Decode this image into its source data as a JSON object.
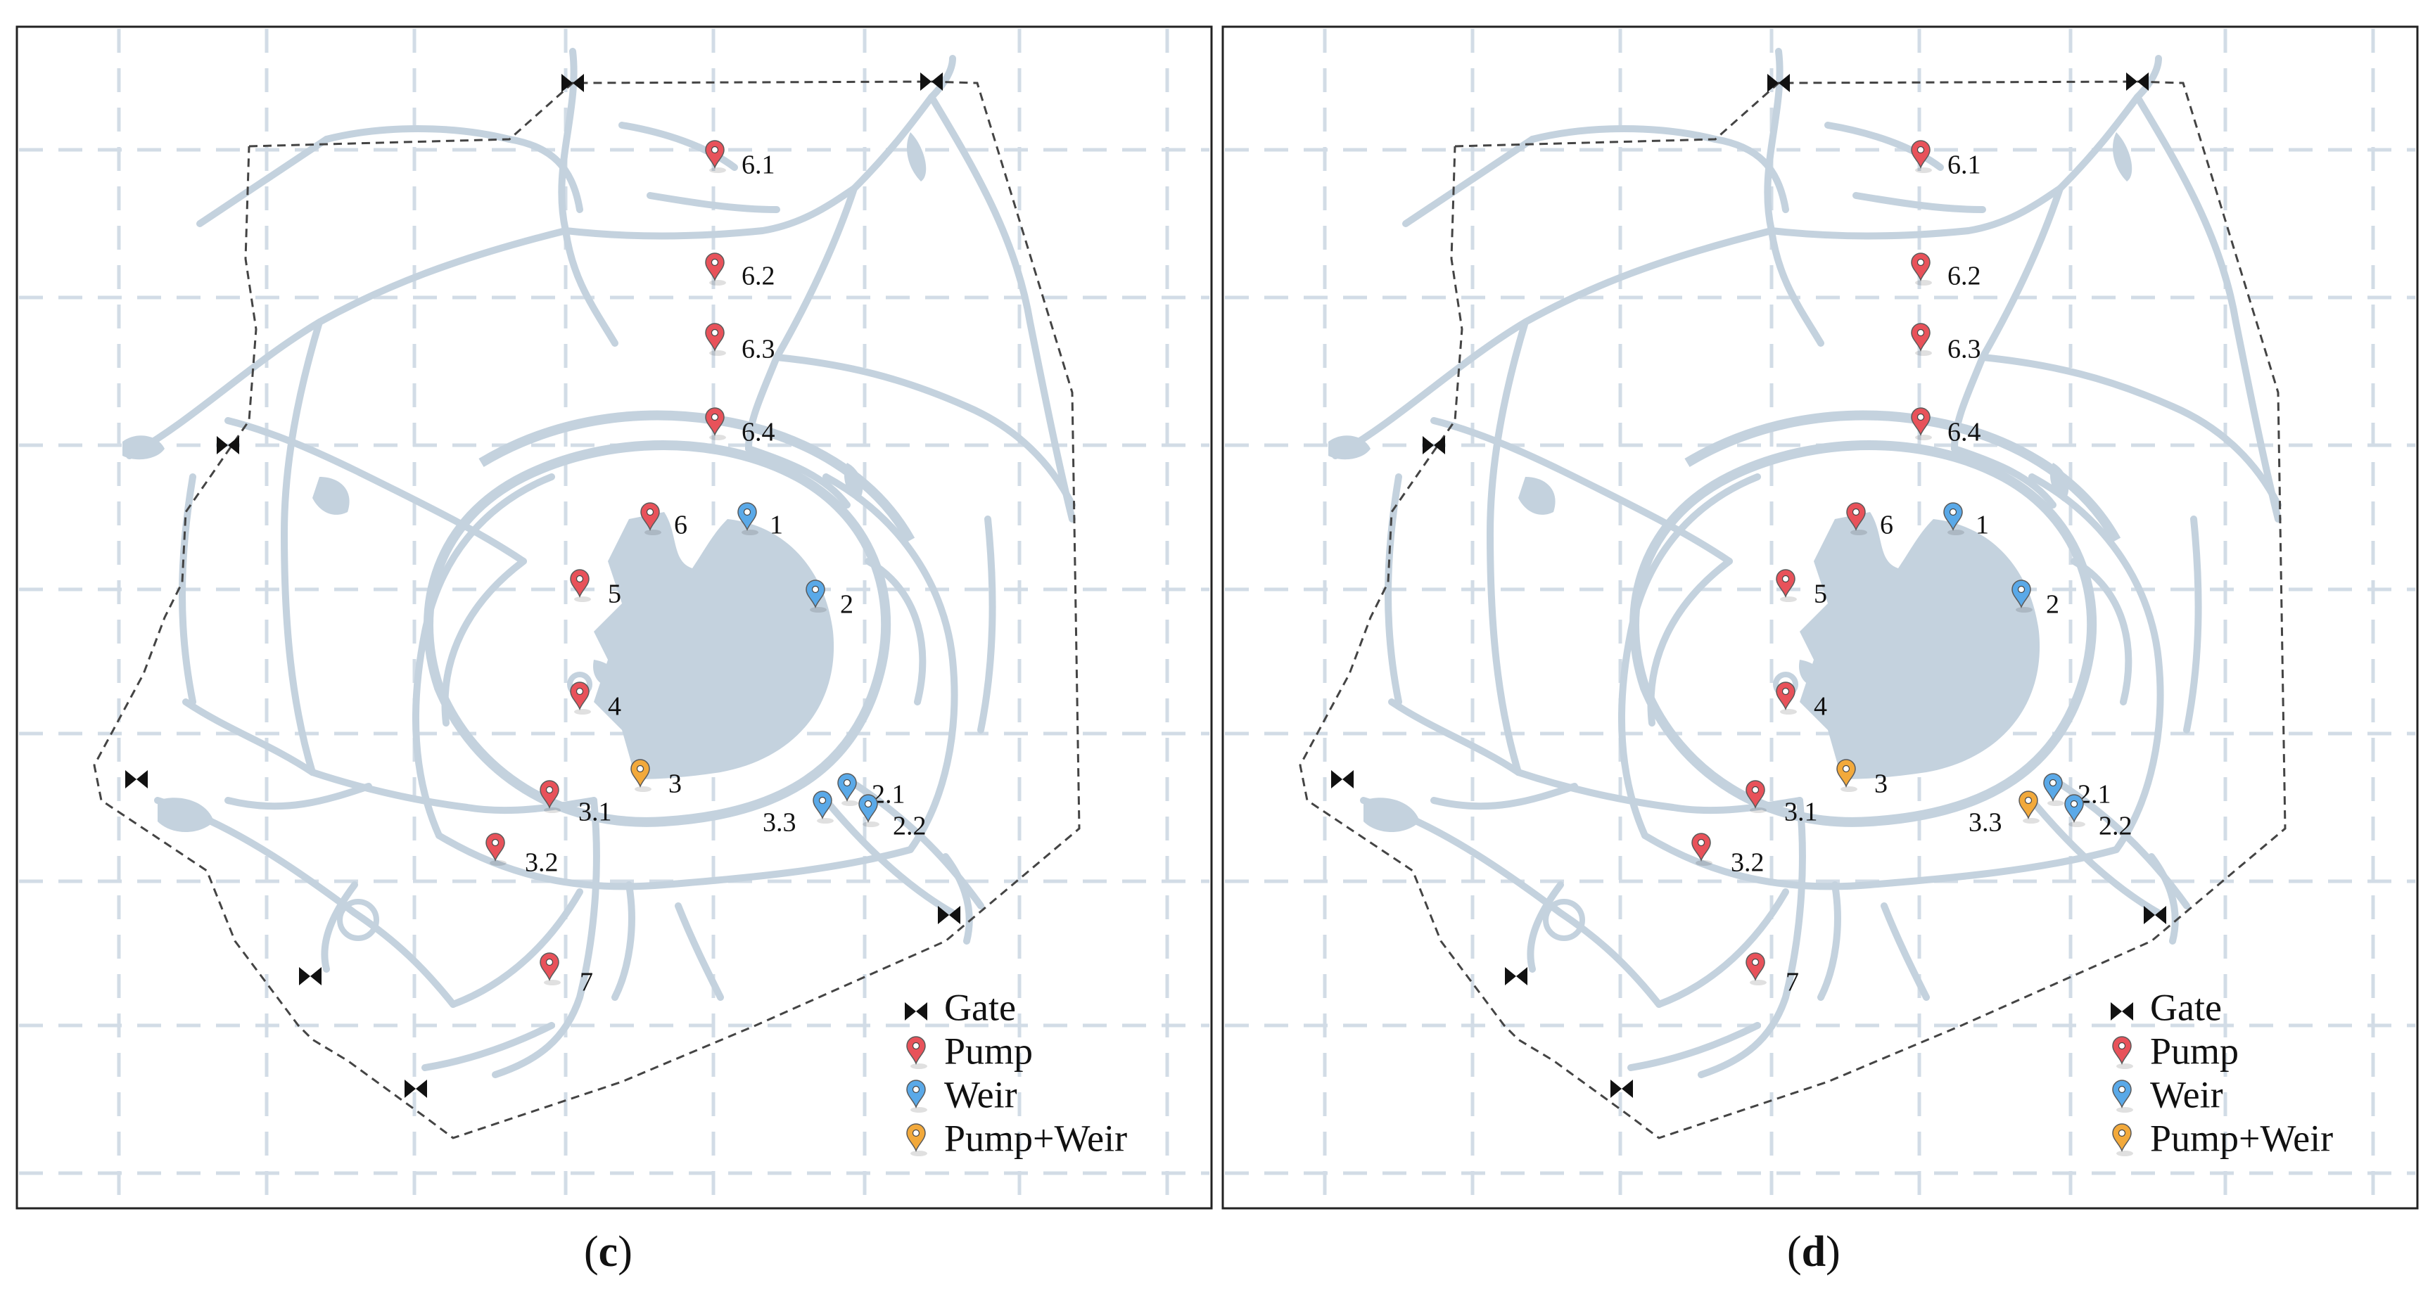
{
  "legend": {
    "gate": "Gate",
    "pump": "Pump",
    "weir": "Weir",
    "pump_weir": "Pump+Weir"
  },
  "colors": {
    "pump": "#e8525a",
    "weir": "#5aa9e8",
    "pump_weir": "#f2a93b",
    "water": "#c4d2de",
    "grid": "#d2dce6",
    "boundary": "#444444"
  },
  "markers": [
    {
      "label": "6.1",
      "kind": "pump"
    },
    {
      "label": "6.2",
      "kind": "pump"
    },
    {
      "label": "6.3",
      "kind": "pump"
    },
    {
      "label": "6.4",
      "kind": "pump"
    },
    {
      "label": "6",
      "kind": "pump"
    },
    {
      "label": "1",
      "kind": "weir"
    },
    {
      "label": "5",
      "kind": "pump"
    },
    {
      "label": "2",
      "kind": "weir"
    },
    {
      "label": "4",
      "kind": "pump"
    },
    {
      "label": "3",
      "kind": "pump_weir"
    },
    {
      "label": "2.1",
      "kind": "weir"
    },
    {
      "label": "3.1",
      "kind": "pump"
    },
    {
      "label": "3.3",
      "kind": "weir"
    },
    {
      "label": "2.2",
      "kind": "weir"
    },
    {
      "label": "3.2",
      "kind": "pump"
    },
    {
      "label": "7",
      "kind": "pump"
    }
  ],
  "panels": [
    {
      "id": "c",
      "caption_open": "(",
      "caption_letter": "c",
      "caption_close": ")",
      "overrides": {}
    },
    {
      "id": "d",
      "caption_open": "(",
      "caption_letter": "d",
      "caption_close": ")",
      "overrides": {
        "3.3": "pump_weir"
      }
    }
  ]
}
